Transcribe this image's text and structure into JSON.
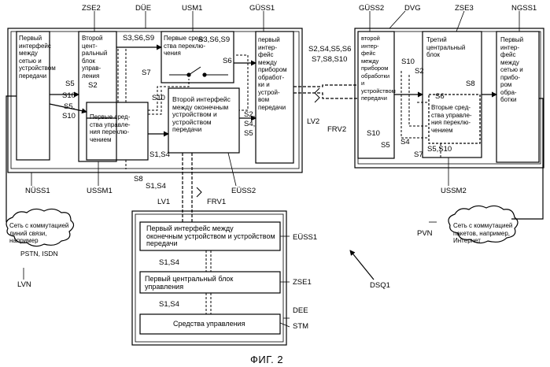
{
  "caption": "ФИГ. 2",
  "labels": {
    "zse2": "ZSE2",
    "due": "DÜE",
    "usm1": "USM1",
    "guss1": "GÜSS1",
    "guss2": "GÜSS2",
    "dvg": "DVG",
    "zse3": "ZSE3",
    "ngss1": "NGSS1",
    "nuss1": "NÜSS1",
    "ussm1": "USSM1",
    "euss2": "EÜSS2",
    "ussm2": "USSM2",
    "euss1": "EÜSS1",
    "zse1": "ZSE1",
    "dee": "DEE",
    "stm": "STM",
    "lv1": "LV1",
    "lv2": "LV2",
    "frv1": "FRV1",
    "frv2": "FRV2",
    "lvn": "LVN",
    "pvn": "PVN",
    "dsq1": "DSQ1"
  },
  "signals": {
    "s3s6s9_top": "S3,S6,S9",
    "s3s6s9_usm": "S3,S6,S9",
    "s6_usm": "S6",
    "s2s4s5s6": "S2,S4,S5,S6",
    "s7s8s10": "S7,S8,S10",
    "s5_left": "S5",
    "s10_left": "S10",
    "s5_left2": "S5,",
    "s10_left2": "S10",
    "s2_left": "S2",
    "s7_mid": "S7",
    "s10_mid": "S10",
    "s2_right": "S2,",
    "s4_right": "S4,",
    "s5_right": "S5",
    "s8_left": "S8",
    "s1s4_a": "S1,S4",
    "s1s4_b": "S1,S4",
    "s1s4_c": "S1,S4",
    "s1s4_d": "S1,S4",
    "s10_r1": "S10",
    "s2_r1": "S2",
    "s8_r1": "S8",
    "s6_r1": "S6",
    "s10_r2": "S10",
    "s5_r2": "S5",
    "s4_r2": "S4",
    "s7_r2": "S7",
    "s5s10_r2": "S5,S10"
  },
  "boxes": {
    "nuss1_text": "Первый\nинтерфейс\nмежду\nсетью и\nустройством\nпередачи",
    "zse2_text": "Второй\nцент-\nральный\nблок\nуправ-\nления",
    "usm1_text": "Первые сред-\nства переклю-\nчения",
    "guss1_text": "первый\nинтер-\nфейс\nмежду\nприбором\nобработ-\nки  и\nустрой-\nвом\nпередачи",
    "ussm1_text": "Первые сред-\nства управле-\nния переклю-\nчением",
    "euss2_text": "Второй интерфейс\nмежду оконечным\nустройством и\nустройством\nпередачи",
    "guss2_text": "второй\nинтер-\nфейс\nмежду\nприбором\nобработки\nи\nустройством\nпередачи",
    "zse3_text": "Третий\nцентральный\nблок",
    "ngss1_text": "Первый\nинтер-\nфейс\nмежду\nсетью и\nприбо-\nром\nобра-\nботки",
    "ussm2_text": "Вторые сред-\nства управле-\nния переклю-\nчением",
    "euss1_text": "Первый интерфейс между\nоконечным устройством и устройством\nпередачи",
    "zse1_text": "Первый центральный блок\nуправления",
    "stm_text": "Средства  управления",
    "lvn_cloud": "Сеть  с коммутацией\nлиний связи,\nнапример",
    "lvn_example": "PSTN,  ISDN",
    "pvn_cloud": "Сеть  с коммутацией\nпакетов, например,\nИнтернет"
  }
}
